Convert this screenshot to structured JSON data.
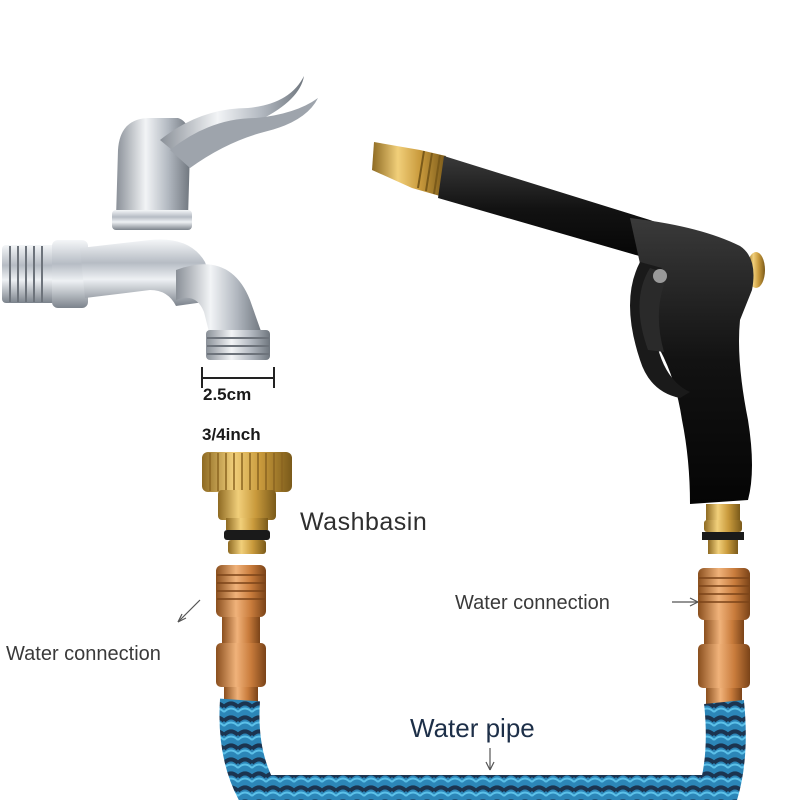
{
  "labels": {
    "width_mm": "2.5cm",
    "thread_inch": "3/4inch",
    "washbasin": "Washbasin",
    "water_connection_left": "Water connection",
    "water_connection_right": "Water connection",
    "water_pipe": "Water pipe"
  },
  "colors": {
    "background": "#ffffff",
    "chrome": "#b9bec6",
    "brass": "#c9a04a",
    "copper": "#d08a4a",
    "gun_body": "#161616",
    "hose_blue": "#2f8fc0",
    "hose_dark": "#1d3550"
  },
  "icons": [
    "faucet-icon",
    "spray-gun-icon",
    "brass-adapter-icon",
    "hose-connector-icon",
    "hose-icon"
  ]
}
